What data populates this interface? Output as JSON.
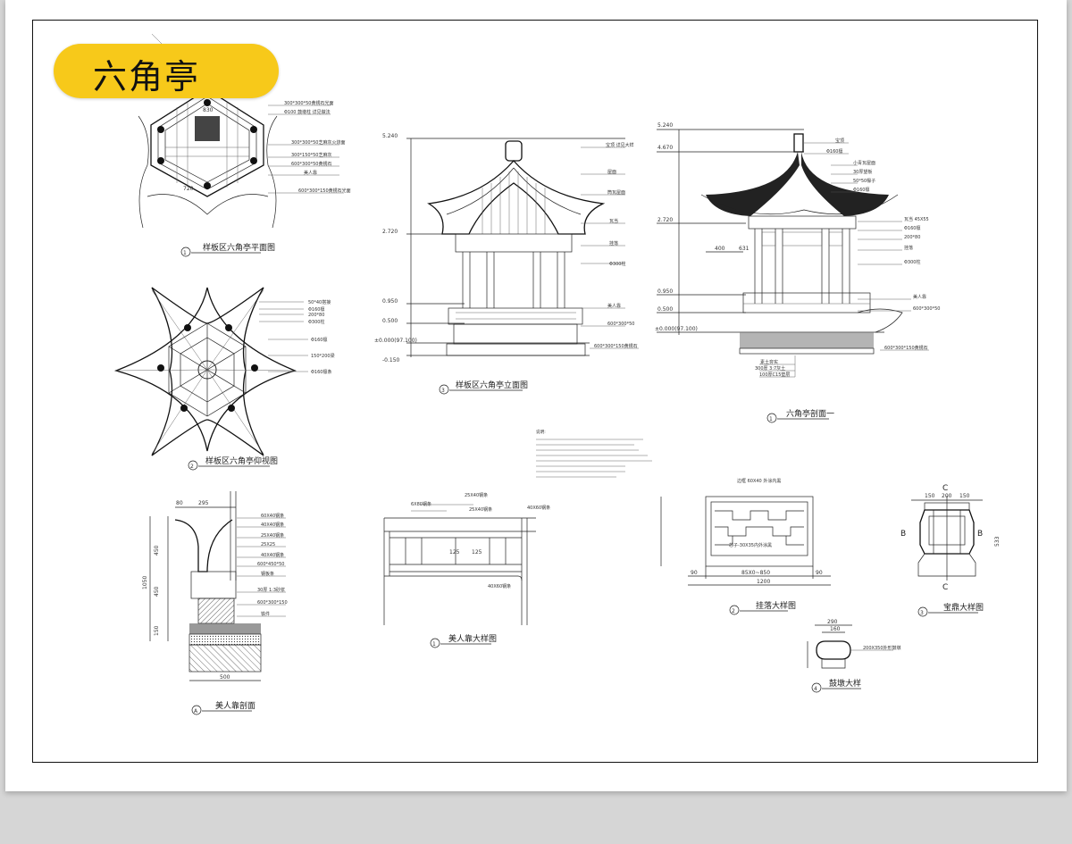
{
  "badge": {
    "title": "六角亭"
  },
  "drawings": {
    "plan": {
      "num": "1",
      "title": "样板区六角亭平面图"
    },
    "roof": {
      "num": "2",
      "title": "样板区六角亭仰视图"
    },
    "elev": {
      "num": "3",
      "title": "样板区六角亭立面图"
    },
    "sect": {
      "num": "1",
      "title": "六角亭剖面一"
    },
    "seat_sec": {
      "num": "A",
      "title": "美人靠剖面"
    },
    "seat": {
      "num": "1",
      "title": "美人靠大样图"
    },
    "hang": {
      "num": "2",
      "title": "挂落大样图",
      "top_note": "边框 60X40 外涂内黑",
      "mid_note": "芯子-30X35内外涂黑"
    },
    "finial": {
      "num": "3",
      "title": "宝鼎大样图"
    },
    "drum": {
      "num": "4",
      "title": "鼓墩大样"
    }
  },
  "elev_levels": [
    "5.240",
    "2.720",
    "0.950",
    "0.500",
    "±0.000(97.100)",
    "-0.150"
  ],
  "sect_levels": [
    "5.240",
    "4.670",
    "2.720",
    "0.950",
    "0.500",
    "±0.000(97.100)"
  ],
  "notes_title": "说明:",
  "dims": {
    "hang_width": "1200",
    "hang_inner": "85X0~850",
    "hang_side": "90",
    "drum_top": "290",
    "drum_mid": "160",
    "finial_w": [
      "150",
      "200",
      "150"
    ],
    "finial_h": "533",
    "sect_a": "400",
    "sect_b": "631",
    "seat_a": "80",
    "seat_b": "295",
    "seat_h": [
      "450",
      "450",
      "150"
    ],
    "seat_total": "1050",
    "seat_w": "500"
  }
}
